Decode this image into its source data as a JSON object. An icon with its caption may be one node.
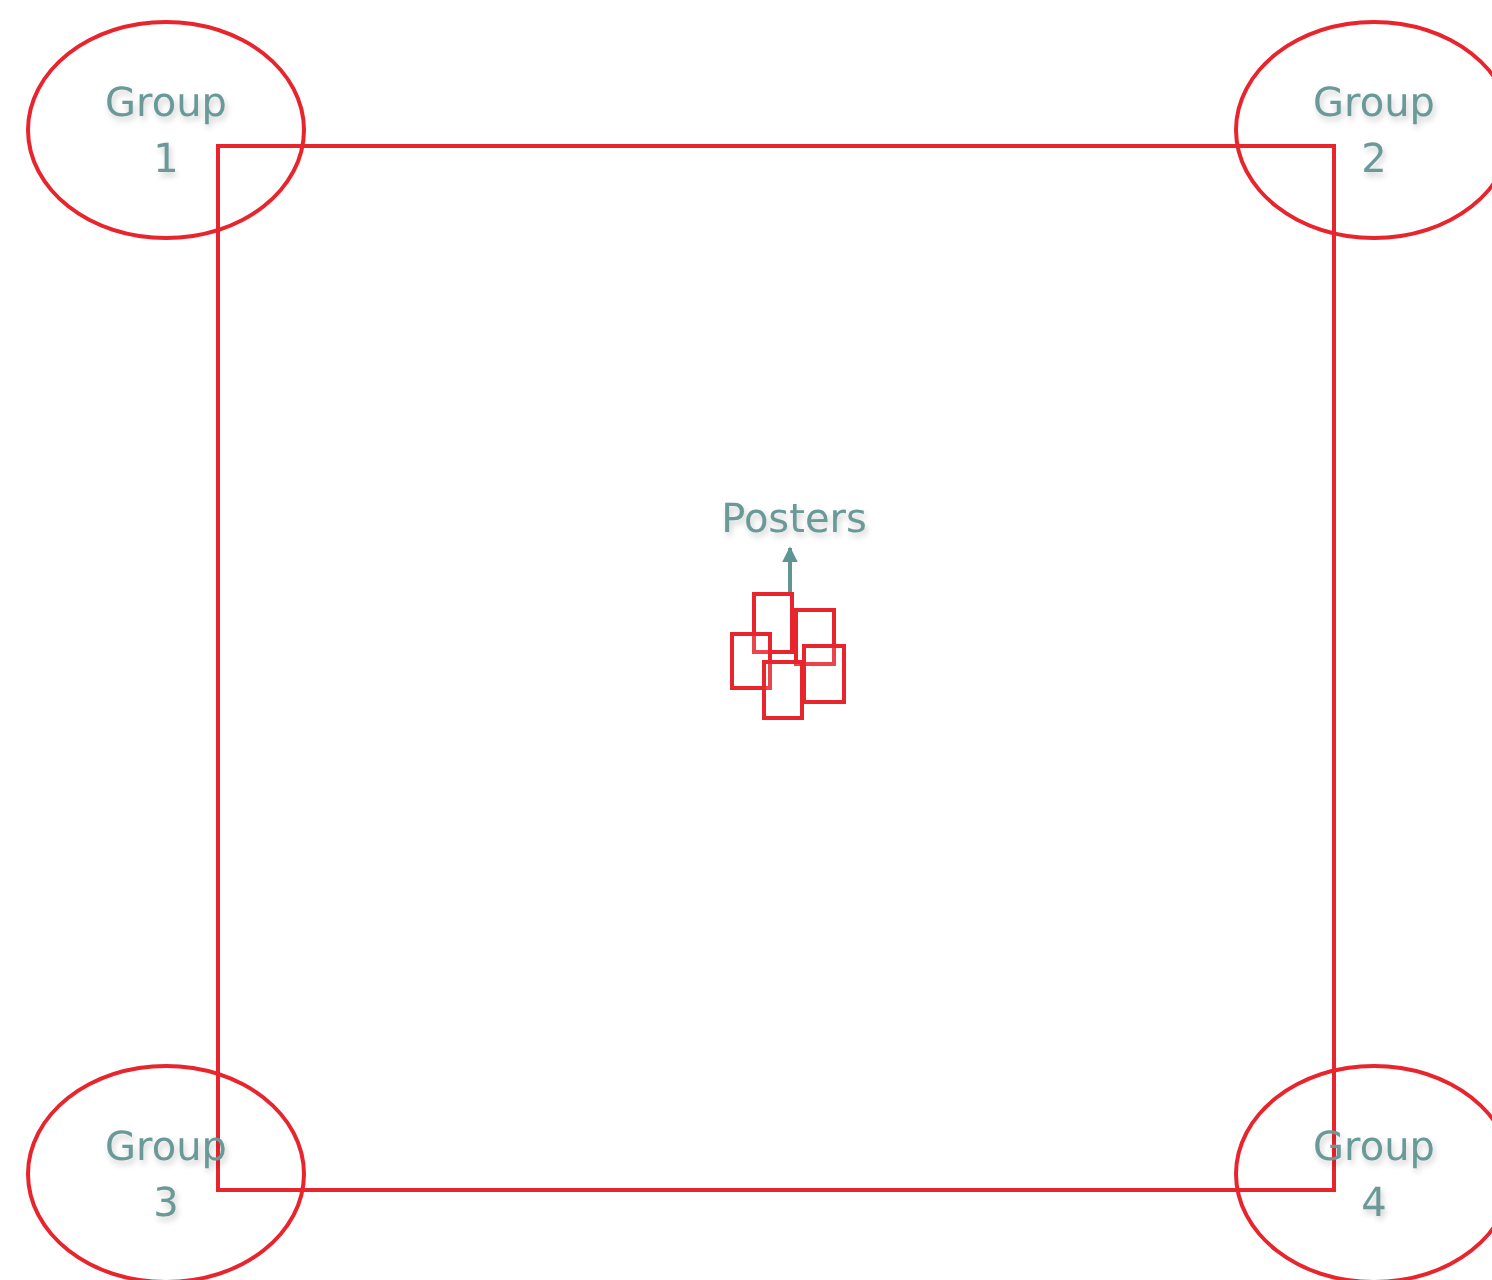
{
  "diagram": {
    "nodes": [
      {
        "text": [
          "Group 1"
        ]
      },
      {
        "text": [
          "Group 2"
        ]
      },
      {
        "text": [],
        "shape": "box"
      },
      {
        "text": [
          "Posters"
        ],
        "in": 2
      },
      {
        "text": [],
        "shape": "box",
        "in": 2
      },
      {
        "text": [],
        "shape": "box",
        "in": 2
      },
      {
        "text": [],
        "shape": "box",
        "in": 2
      },
      {
        "text": [],
        "shape": "box",
        "in": 2
      },
      {
        "text": [],
        "shape": "box",
        "in": 2
      },
      {
        "text": [
          "Group 3"
        ]
      },
      {
        "text": [
          "Group 4"
        ]
      }
    ],
    "edges": [
      {
        "from": 4,
        "to": 3,
        "arrow": "to"
      }
    ]
  }
}
